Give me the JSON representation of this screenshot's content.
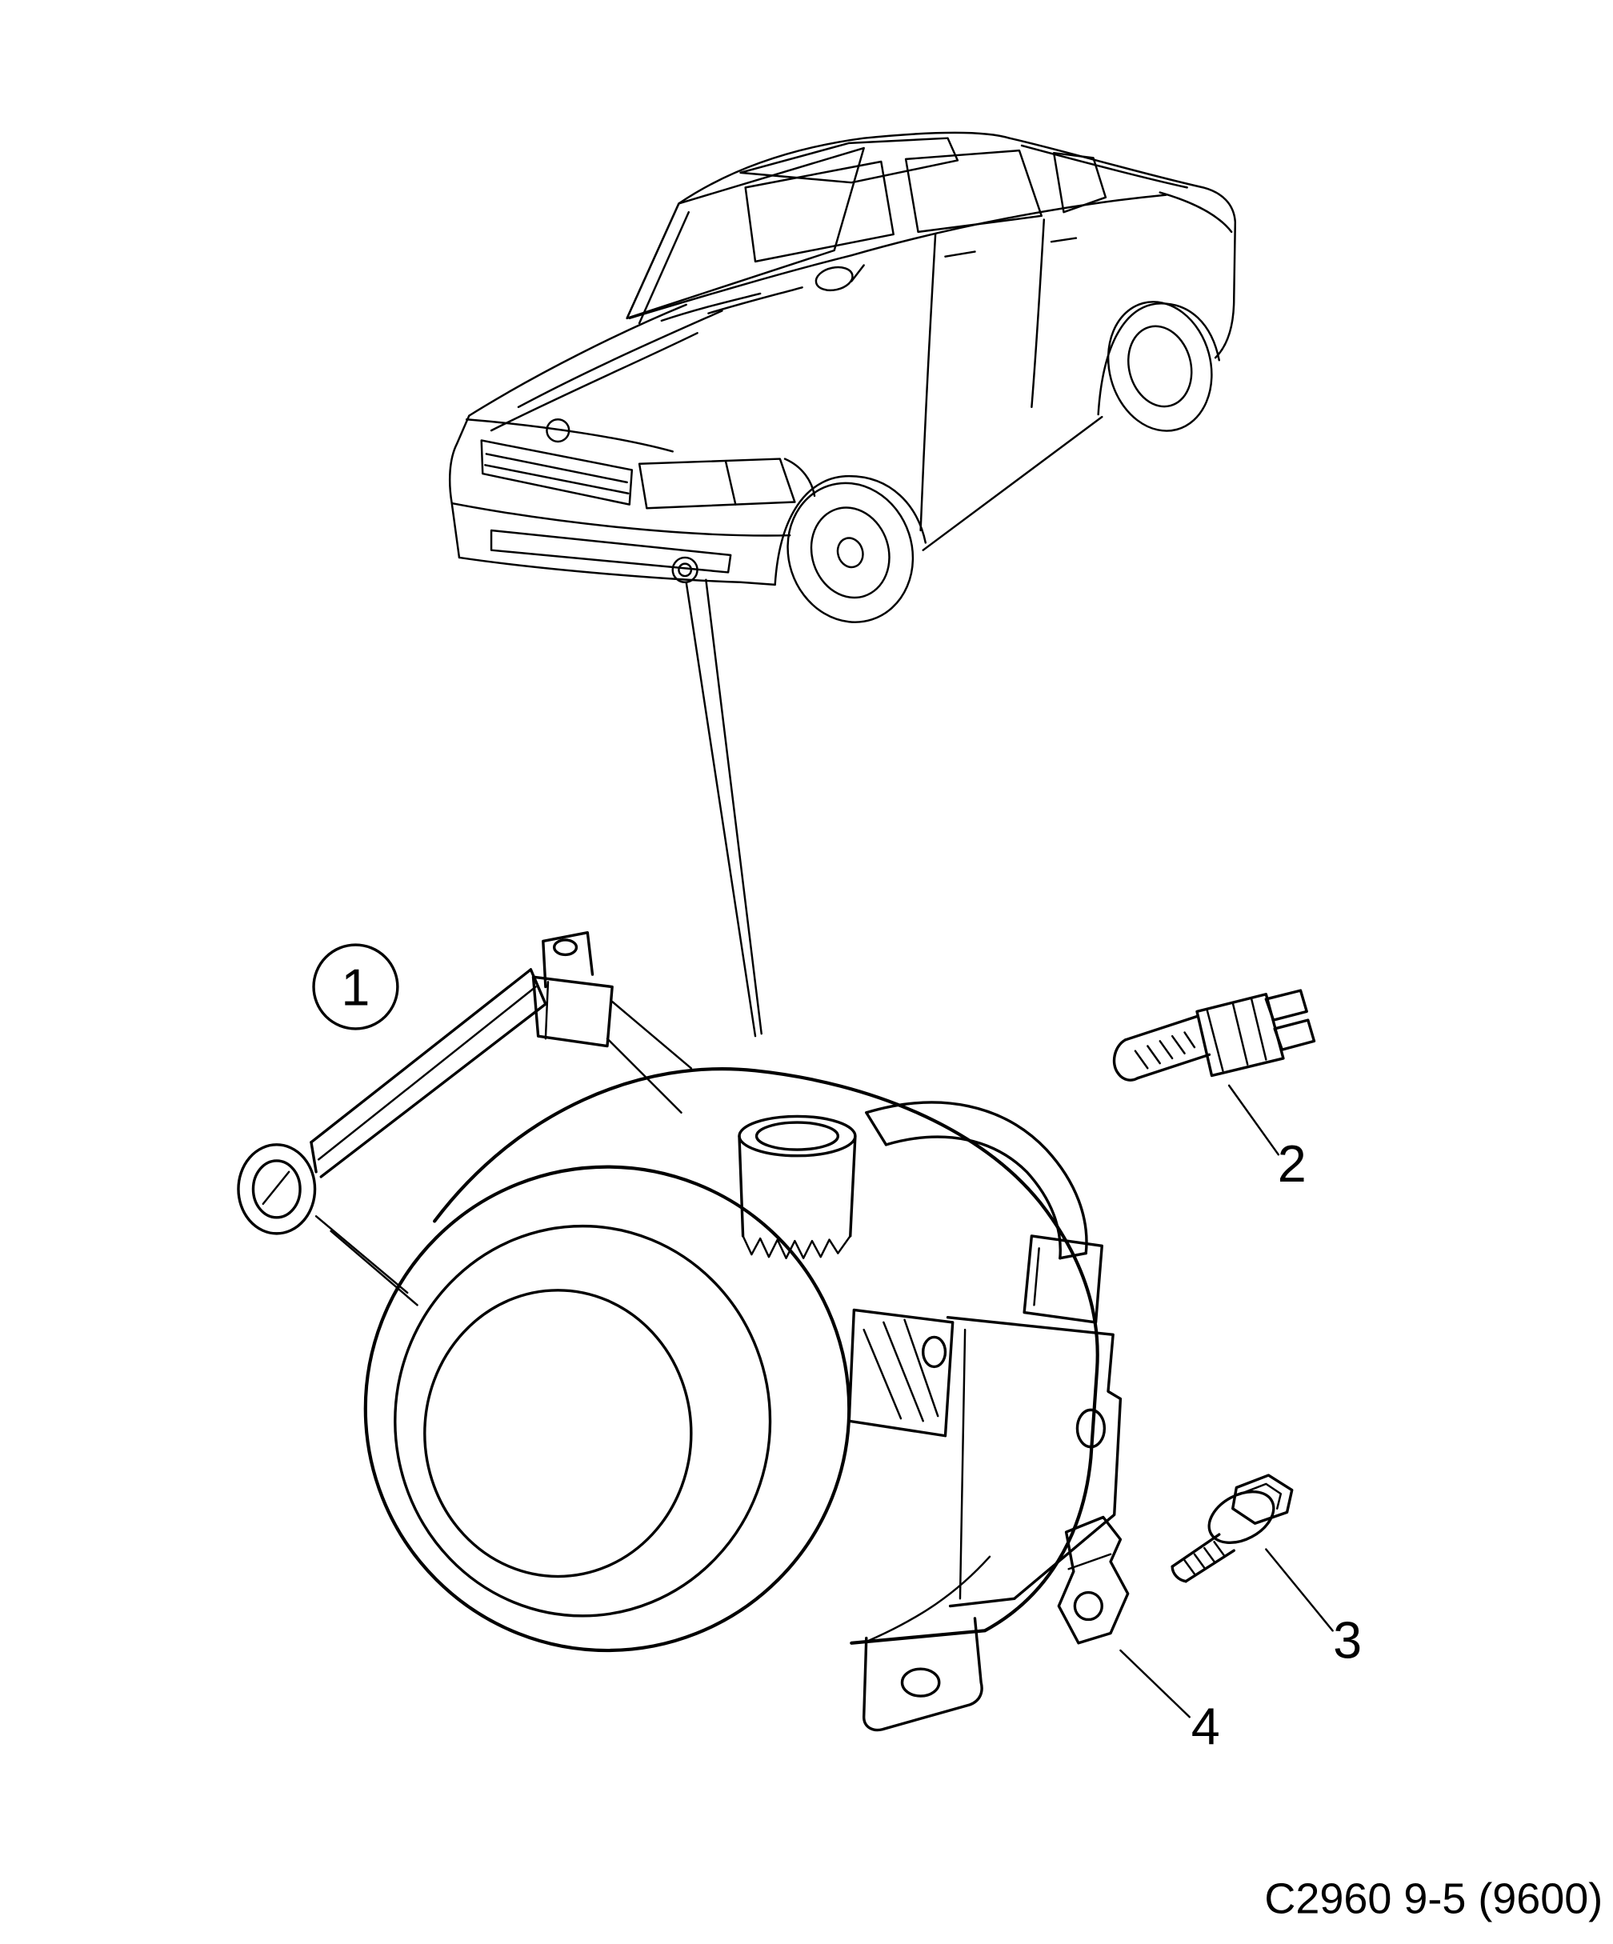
{
  "diagram": {
    "callouts": [
      {
        "label": "1"
      },
      {
        "label": "2"
      },
      {
        "label": "3"
      },
      {
        "label": "4"
      }
    ],
    "caption": "C2960 9-5 (9600)",
    "vehicle_icon": "saab-9-5-sedan-outline",
    "parts": [
      {
        "callout": "1",
        "icon": "fog-lamp-assembly-illustration"
      },
      {
        "callout": "2",
        "icon": "halogen-bulb-illustration"
      },
      {
        "callout": "3",
        "icon": "mounting-screw-illustration"
      },
      {
        "callout": "4",
        "icon": "retaining-clip-illustration"
      }
    ],
    "colors": {
      "line": "#000000",
      "background": "#ffffff"
    }
  }
}
